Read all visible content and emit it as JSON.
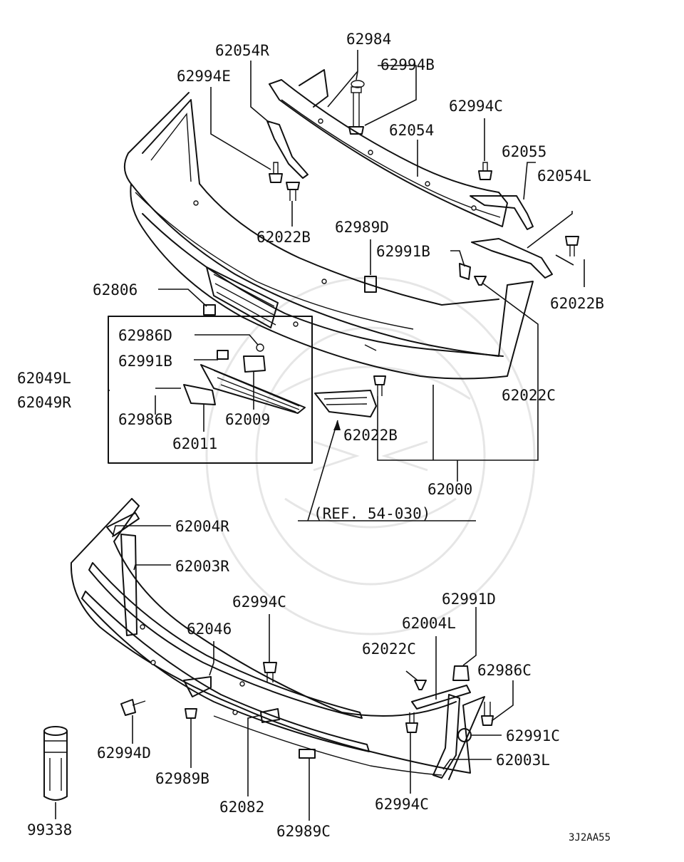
{
  "diagram": {
    "code": "3J2AA55",
    "reference_note": "(REF. 54-030)",
    "colors": {
      "ink": "#111111",
      "watermark": "#e6e6e6",
      "background": "#ffffff"
    },
    "parts": {
      "p62054R": "62054R",
      "p62994E": "62994E",
      "p62984": "62984",
      "p62994B": "62994B",
      "p62994C_top": "62994C",
      "p62054": "62054",
      "p62055": "62055",
      "p62054L": "62054L",
      "p62022B_top": "62022B",
      "p62989D": "62989D",
      "p62991B_right": "62991B",
      "p62022B_right": "62022B",
      "p62806": "62806",
      "p62986D": "62986D",
      "p62991B_box": "62991B",
      "p62049L": "62049L",
      "p62049R": "62049R",
      "p62986B": "62986B",
      "p62009": "62009",
      "p62011": "62011",
      "p62022B_mid": "62022B",
      "p62022C_right": "62022C",
      "p62000": "62000",
      "p62004R": "62004R",
      "p62003R": "62003R",
      "p62994C_mid": "62994C",
      "p62046": "62046",
      "p62991D": "62991D",
      "p62004L": "62004L",
      "p62022C_lower": "62022C",
      "p62986C": "62986C",
      "p62991C": "62991C",
      "p62003L": "62003L",
      "p62994D": "62994D",
      "p62989B": "62989B",
      "p62082": "62082",
      "p62994C_bottom": "62994C",
      "p62989C": "62989C",
      "p99338": "99338"
    }
  }
}
